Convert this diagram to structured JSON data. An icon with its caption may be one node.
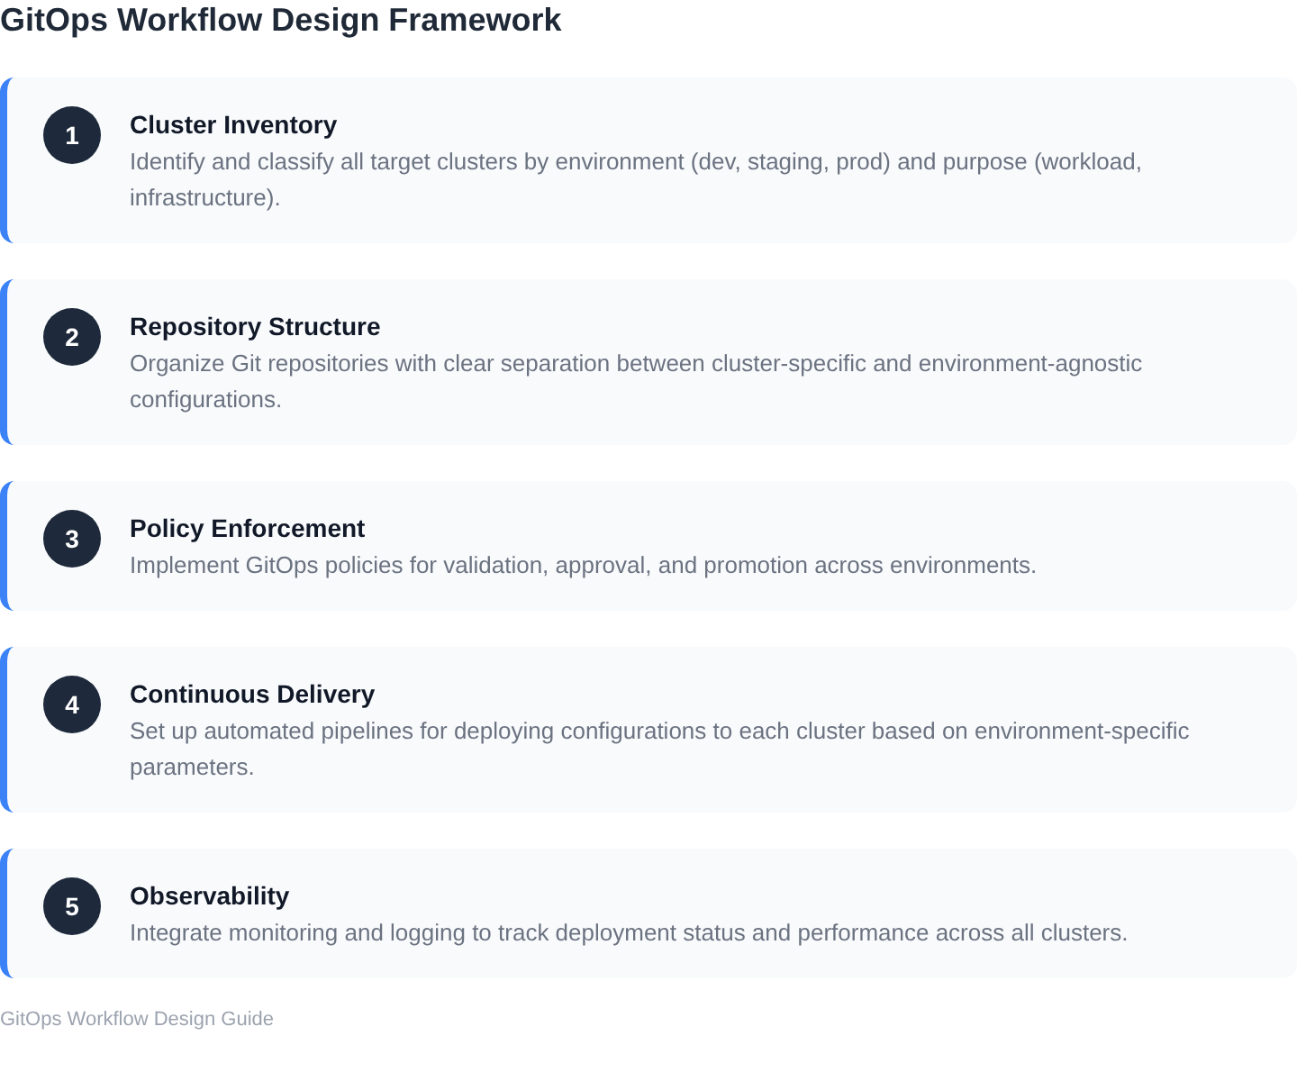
{
  "diagram": {
    "title": "GitOps Workflow Design Framework",
    "caption": "GitOps Workflow Design Guide",
    "nodes": [
      {
        "text": [
          "Cluster Inventory",
          "Identify and classify all target clusters by environment (dev, staging, prod) and purpose (workload, infrastructure)."
        ]
      },
      {
        "text": [
          "1"
        ],
        "in": 0
      },
      {
        "text": [
          "Repository Structure",
          "Organize Git repositories with clear separation between cluster-specific and environment-agnostic configurations."
        ]
      },
      {
        "text": [
          "2"
        ],
        "in": 2
      },
      {
        "text": [
          "Policy Enforcement",
          "Implement GitOps policies for validation, approval, and promotion across environments."
        ]
      },
      {
        "text": [
          "3"
        ],
        "in": 4
      },
      {
        "text": [
          "Continuous Delivery",
          "Set up automated pipelines for deploying configurations to each cluster based on environment-specific parameters."
        ]
      },
      {
        "text": [
          "4"
        ],
        "in": 6
      },
      {
        "text": [
          "Observability",
          "Integrate monitoring and logging to track deployment status and performance across all clusters."
        ]
      },
      {
        "text": [
          "5"
        ],
        "in": 8
      }
    ]
  }
}
